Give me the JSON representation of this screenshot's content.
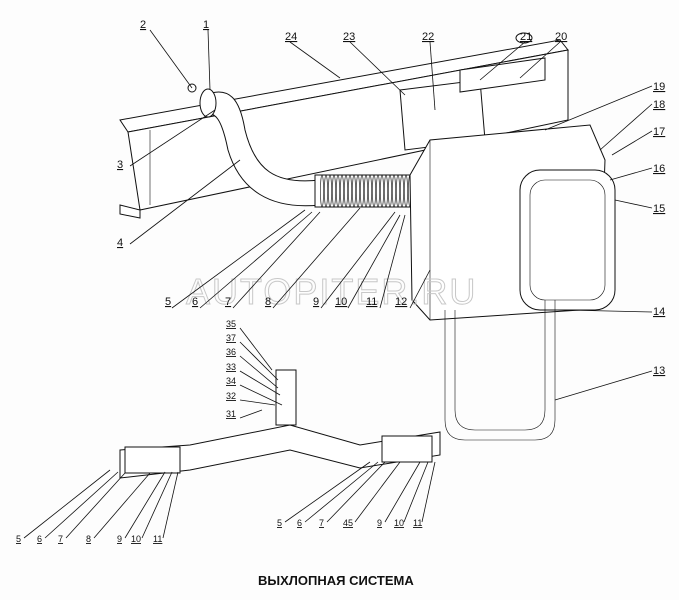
{
  "title": "ВЫХЛОПНАЯ СИСТЕМА",
  "watermark": "AUTOPITER.RU",
  "upper_labels": [
    "2",
    "1",
    "24",
    "23",
    "22",
    "21",
    "20",
    "19",
    "18",
    "17",
    "16",
    "15",
    "3",
    "4",
    "14",
    "13",
    "5",
    "6",
    "7",
    "8",
    "9",
    "10",
    "11",
    "12"
  ],
  "bracket_labels": [
    "35",
    "37",
    "36",
    "33",
    "34",
    "32",
    "31"
  ],
  "lower_left_labels": [
    "5",
    "6",
    "7",
    "8",
    "9",
    "10",
    "11"
  ],
  "lower_right_labels": [
    "5",
    "6",
    "7",
    "45",
    "9",
    "10",
    "11"
  ]
}
